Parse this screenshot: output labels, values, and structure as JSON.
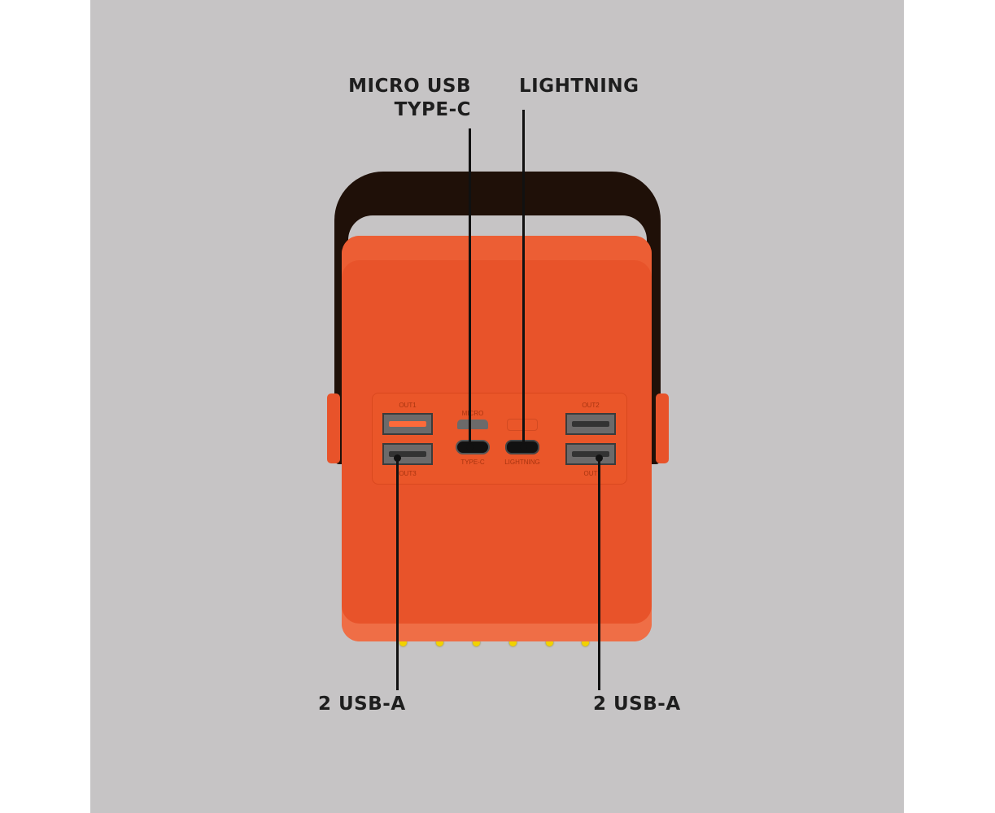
{
  "callouts": {
    "micro_usb": "MICRO USB",
    "type_c": "TYPE-C",
    "lightning": "LIGHTNING",
    "usb_a_left": "2 USB-A",
    "usb_a_right": "2 USB-A"
  },
  "port_labels": {
    "out1": "OUT1",
    "out2": "OUT2",
    "out3": "OUT3",
    "out4": "OUT",
    "micro": "MICRO",
    "type_c": "TYPE-C",
    "lightning": "LIGHTNING"
  },
  "colors": {
    "background": "#c6c4c5",
    "body": "#e8532a",
    "handle": "#1f1008"
  }
}
